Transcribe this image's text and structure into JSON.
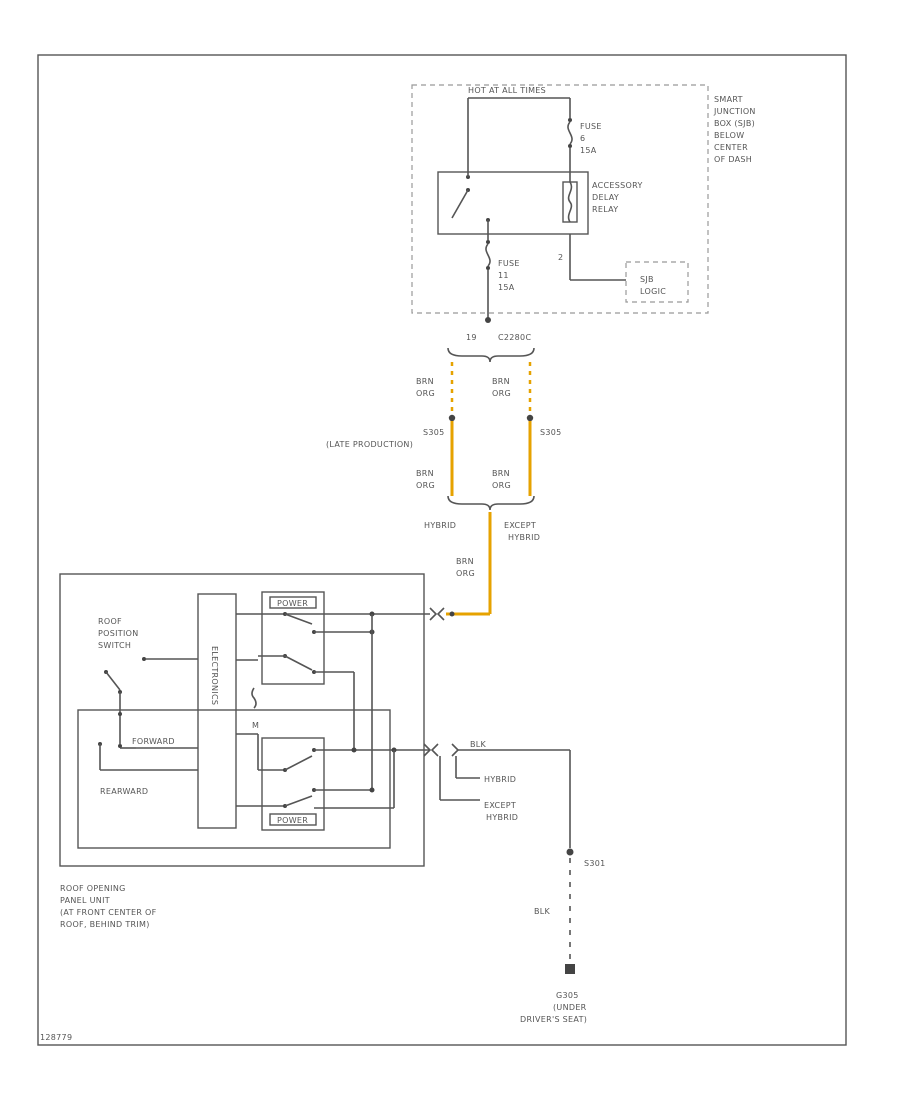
{
  "diagram": {
    "hot_label": "HOT AT ALL TIMES",
    "sjb": {
      "title_lines": [
        "SMART",
        "JUNCTION",
        "BOX (SJB)",
        "BELOW",
        "CENTER",
        "OF DASH"
      ]
    },
    "fuse_top": {
      "lines": [
        "FUSE",
        "6",
        "15A"
      ]
    },
    "relay": {
      "lines": [
        "ACCESSORY",
        "DELAY",
        "RELAY"
      ]
    },
    "fuse_bottom": {
      "lines": [
        "FUSE",
        "11",
        "15A"
      ]
    },
    "sjb_logic": {
      "lines": [
        "SJB",
        "LOGIC"
      ]
    },
    "pin_2": "2",
    "connector_top": {
      "pin": "19",
      "name": "C2280C"
    },
    "wire_brn_org": [
      "BRN",
      "ORG"
    ],
    "splice_left": {
      "name": "S305",
      "note": "(LATE PRODUCTION)"
    },
    "splice_right": "S305",
    "variant_hybrid": "HYBRID",
    "variant_except": [
      "EXCEPT",
      "HYBRID"
    ],
    "roof_unit": {
      "title_lines": [
        "ROOF OPENING",
        "PANEL UNIT",
        "(AT FRONT CENTER OF",
        "ROOF, BEHIND TRIM)"
      ],
      "position_switch": [
        "ROOF",
        "POSITION",
        "SWITCH"
      ],
      "forward": "FORWARD",
      "rearward": "REARWARD",
      "electronics": "ELECTRONICS",
      "m": "M",
      "power_top": "POWER",
      "power_bottom": "POWER"
    },
    "blk": "BLK",
    "ground_hybrid": "HYBRID",
    "ground_except": [
      "EXCEPT",
      "HYBRID"
    ],
    "g_splice": "S301",
    "ground": {
      "lines": [
        "G305",
        "(UNDER",
        "DRIVER'S SEAT)"
      ]
    },
    "figure_id": "128779"
  }
}
